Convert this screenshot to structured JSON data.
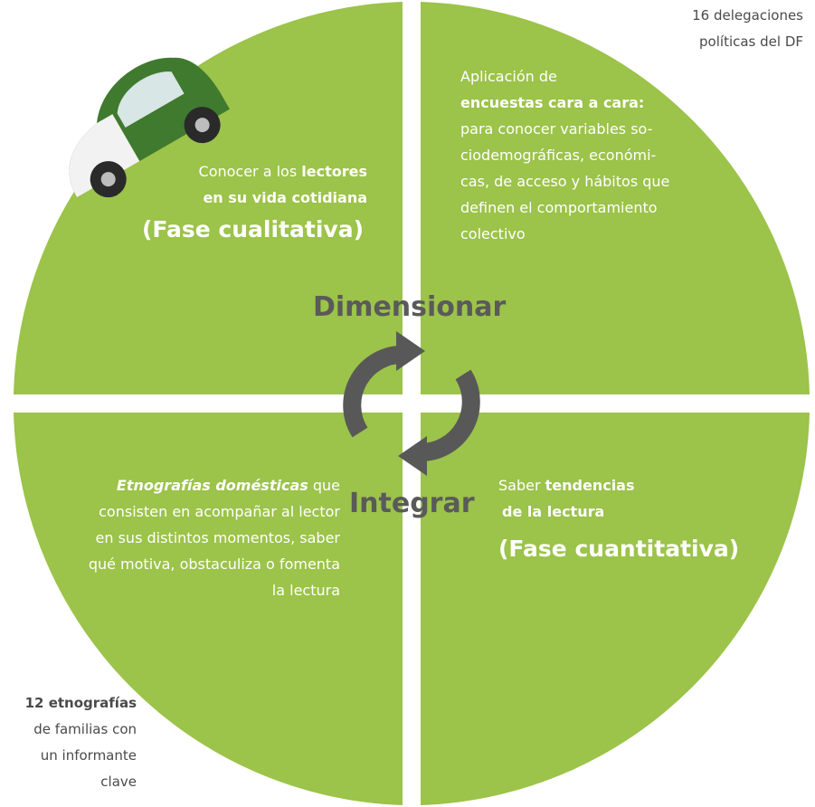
{
  "colors": {
    "quadrant": "#9cc34a",
    "arrow": "#585858",
    "text_dark": "#4a4a4a",
    "text_light": "#ffffff"
  },
  "icons": {
    "car": "vw-beetle-taxi-icon",
    "cycle": "cycle-arrows-icon"
  },
  "center": {
    "top_word": "Dimensionar",
    "bottom_word": "Integrar"
  },
  "q1": {
    "line1_a": "Conocer a los ",
    "line1_b": "lectores",
    "line2": "en su vida cotidiana",
    "phase": "(Fase cualitativa)"
  },
  "q2": {
    "line1": "Aplicación de",
    "line2": "encuestas cara a cara:",
    "lines": [
      "para conocer variables so-",
      "ciodemográficas, económi-",
      "cas, de acceso y hábitos que",
      "definen el comportamiento",
      "colectivo"
    ]
  },
  "q3": {
    "line1_a": "Etnografías domésticas",
    "line1_b": " que",
    "lines": [
      "consisten en acompañar al lector",
      "en sus distintos momentos, saber",
      "qué motiva, obstaculiza o fomenta",
      "la lectura"
    ]
  },
  "q4": {
    "line1_a": "Saber ",
    "line1_b": "tendencias",
    "line2": "de la lectura",
    "phase": "(Fase cuantitativa)"
  },
  "note_top": {
    "line1": "16 delegaciones",
    "line2": "políticas del DF"
  },
  "note_bottom": {
    "line1": "12 etnografías",
    "lines": [
      "de familias con",
      "un informante",
      "clave"
    ]
  }
}
